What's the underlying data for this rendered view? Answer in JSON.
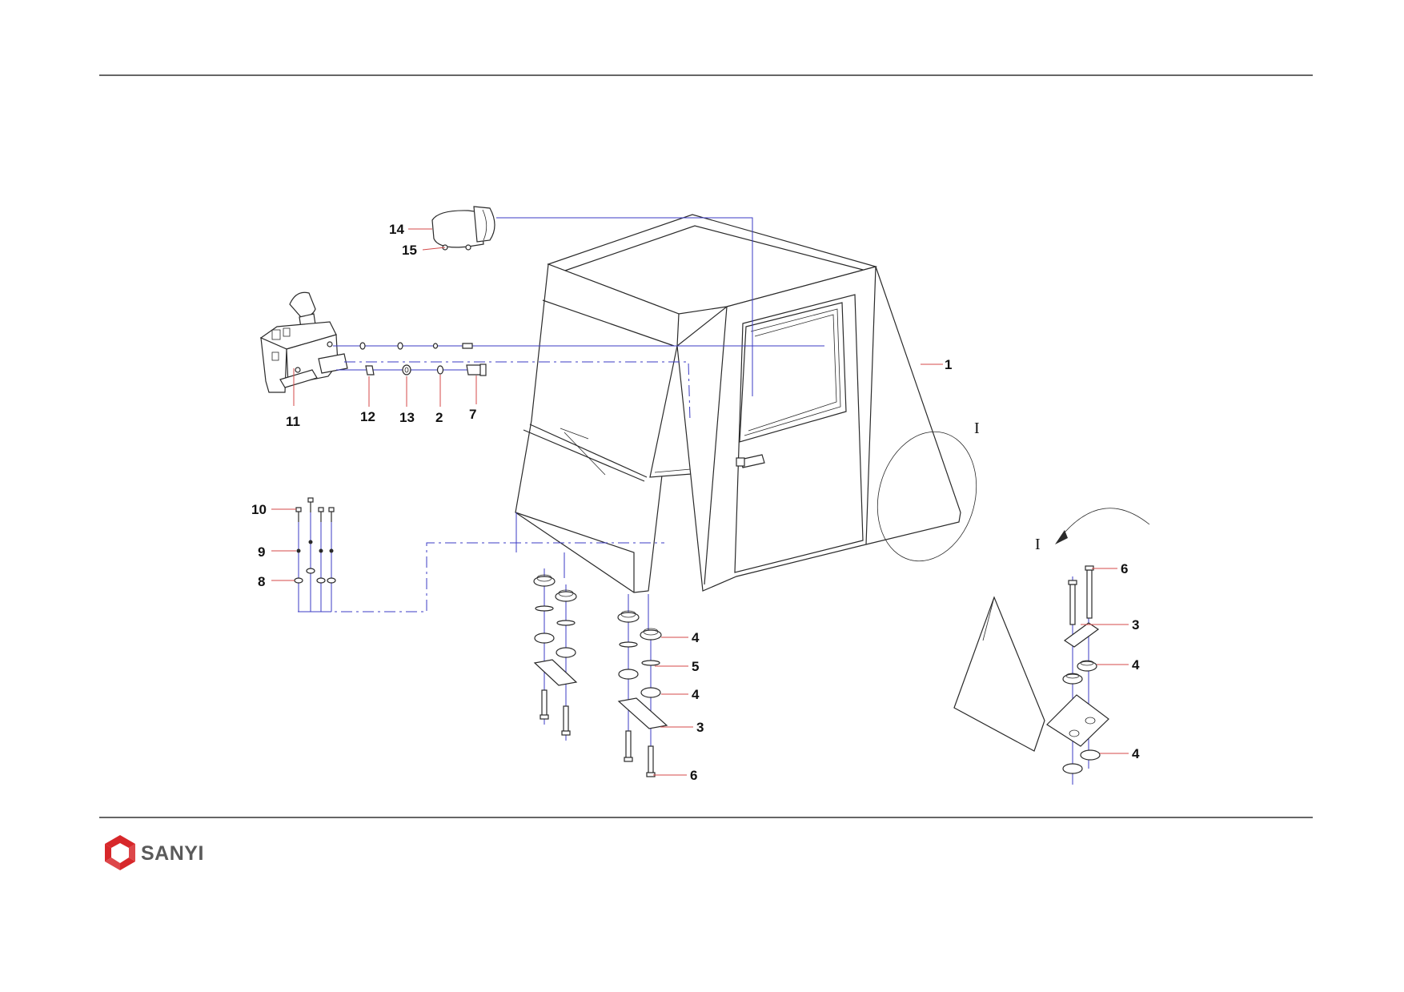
{
  "brand": {
    "name": "SANYI",
    "colors": {
      "logo_red": "#d7272a",
      "logo_text": "#5a5a5a"
    }
  },
  "colors": {
    "leader_red": "#d44a4a",
    "axis_blue": "#3b3bc4",
    "outline": "#2a2a2a"
  },
  "callouts": {
    "c1": "1",
    "c2": "2",
    "c3a": "3",
    "c3b": "3",
    "c4a": "4",
    "c4b": "4",
    "c4c": "4",
    "c4d": "4",
    "c5": "5",
    "c6a": "6",
    "c6b": "6",
    "c7": "7",
    "c8": "8",
    "c9": "9",
    "c10": "10",
    "c11": "11",
    "c12": "12",
    "c13": "13",
    "c14": "14",
    "c15": "15"
  },
  "detail_marks": {
    "cab": "I",
    "inset": "I"
  }
}
